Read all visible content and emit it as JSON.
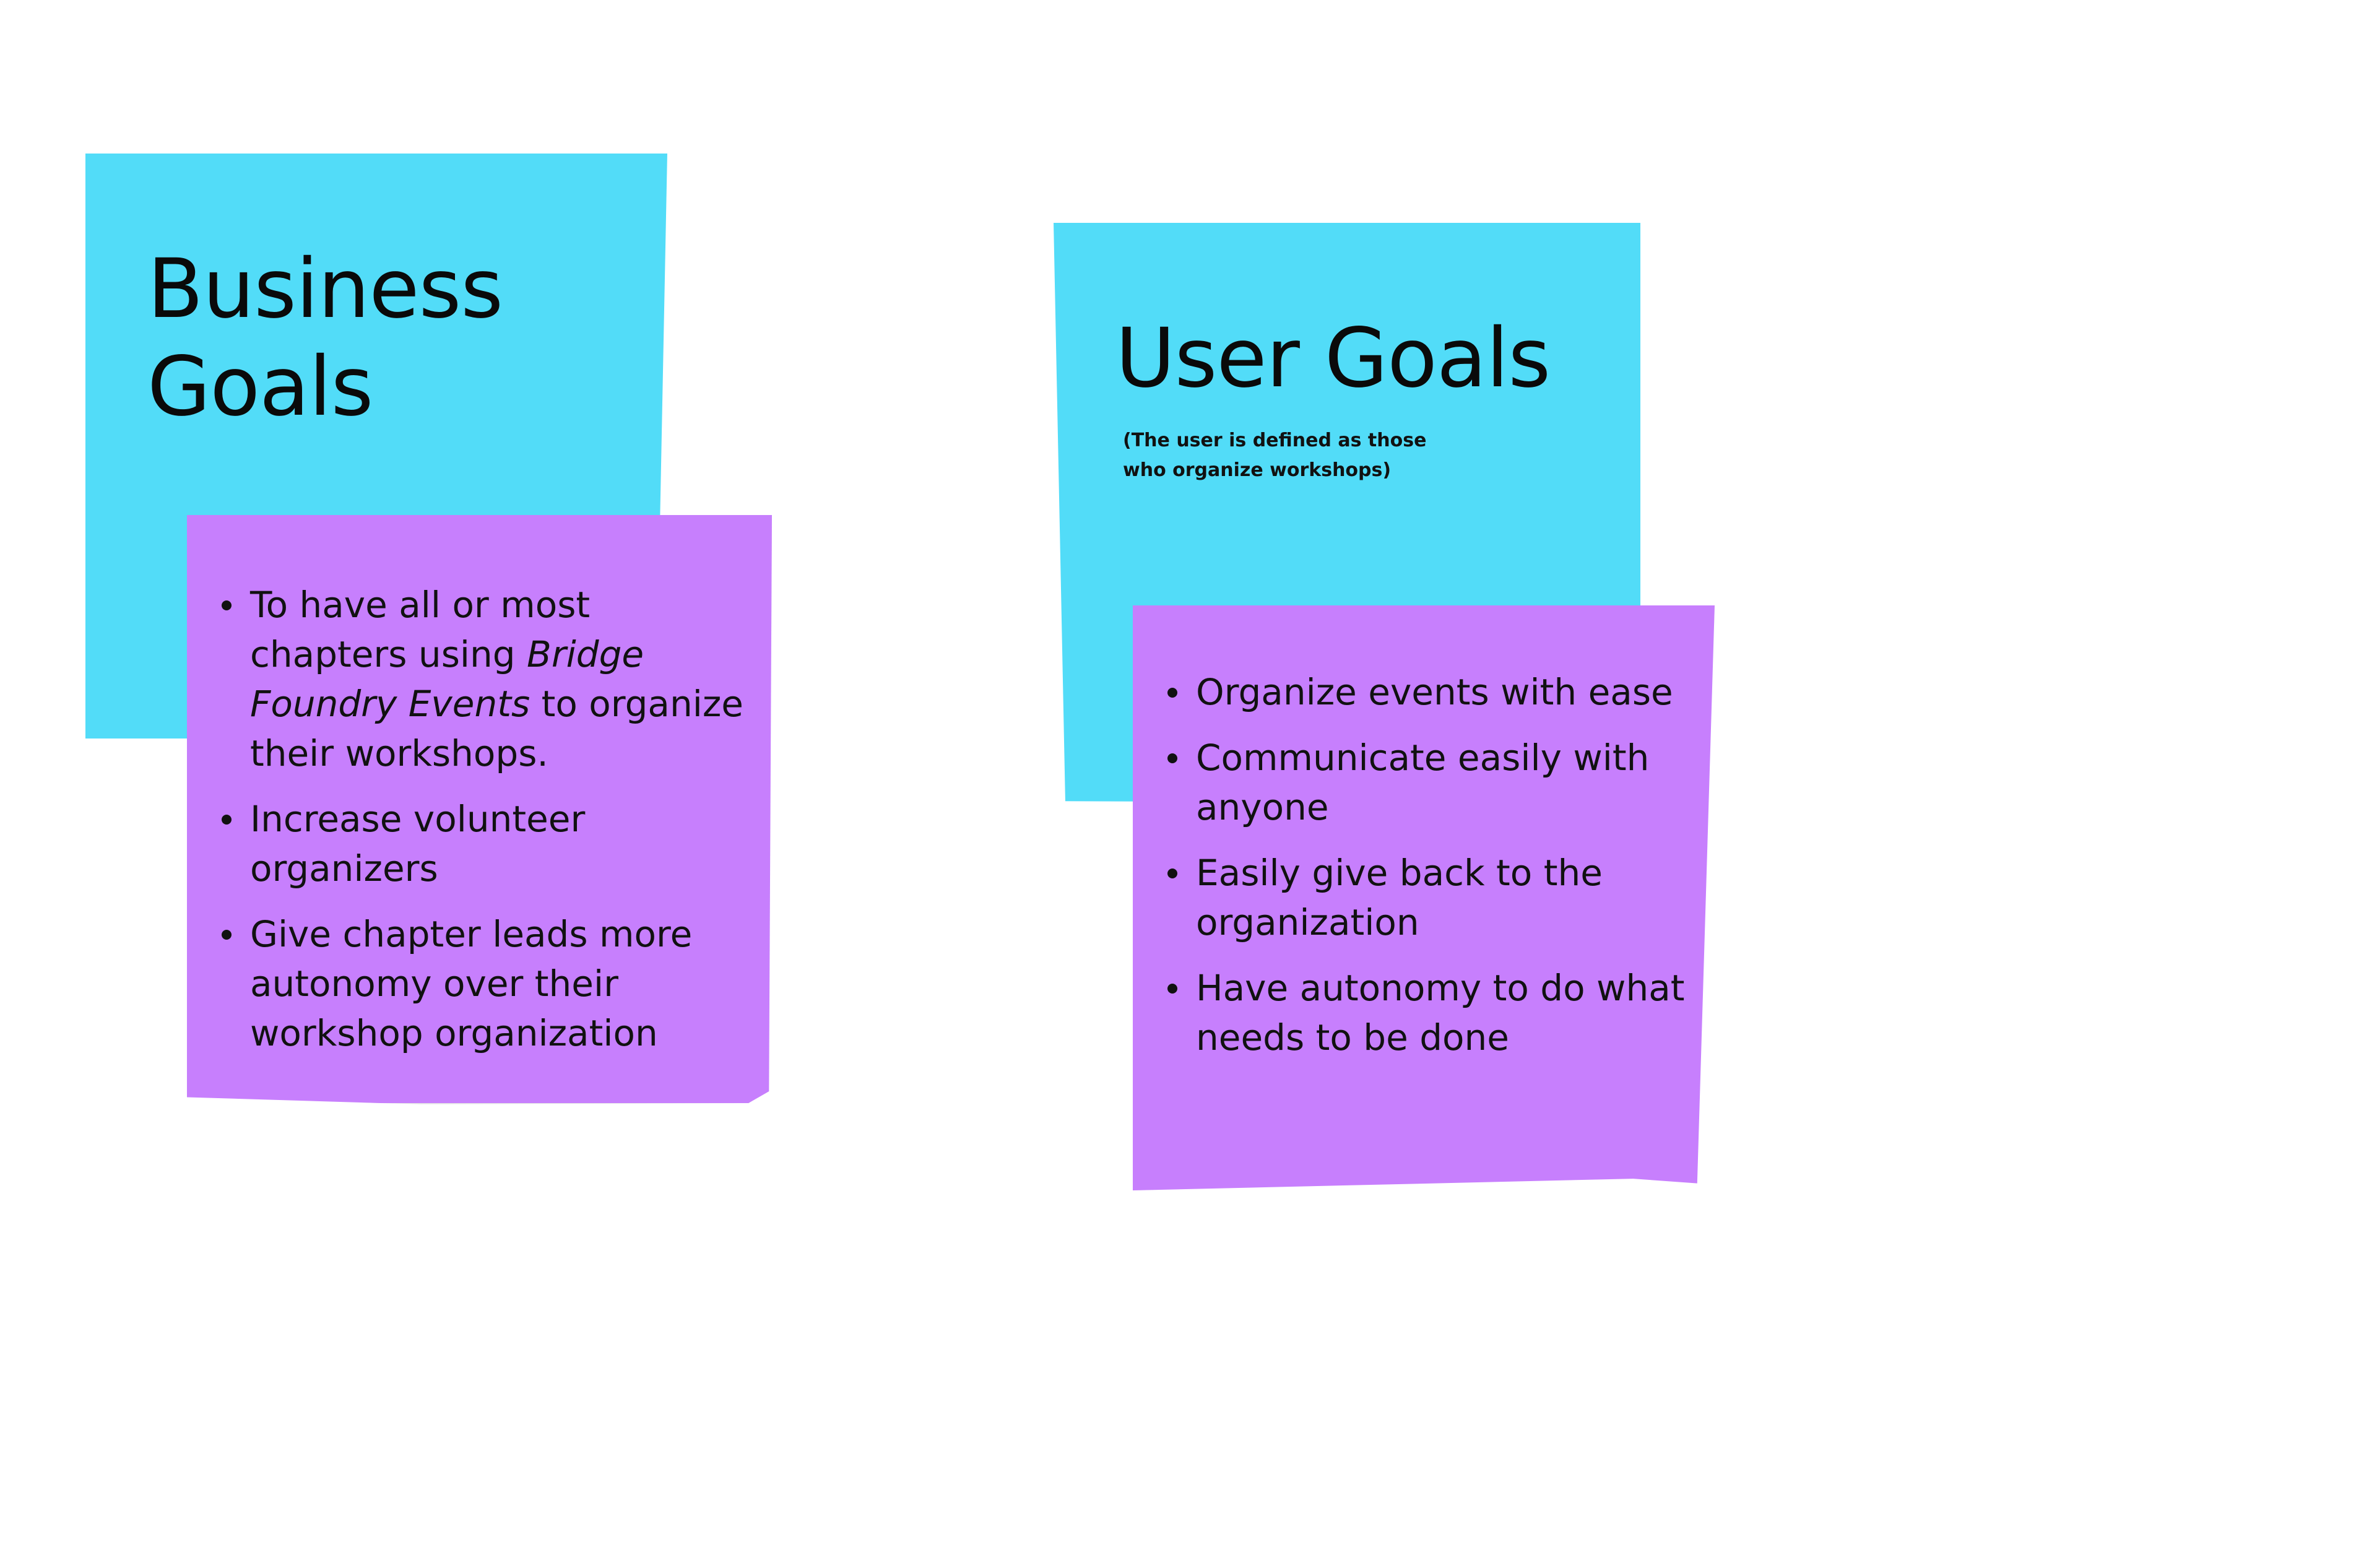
{
  "colors": {
    "cyan_note": "#52dcf8",
    "purple_note": "#c77ffd",
    "background": "#ffffff",
    "text": "#111111"
  },
  "business": {
    "title": "Business Goals",
    "items": [
      {
        "before": "To have all or most chapters using ",
        "italic": "Bridge Foundry Events",
        "after": " to organize their workshops."
      },
      {
        "text": "Increase volunteer organizers"
      },
      {
        "text": "Give chapter leads more autonomy over their workshop organization"
      }
    ]
  },
  "user": {
    "title": "User Goals",
    "subtitle": "(The user is defined as those who organize workshops)",
    "items": [
      {
        "text": "Organize events with ease"
      },
      {
        "text": "Communicate easily with anyone"
      },
      {
        "text": "Easily give back to the organization"
      },
      {
        "text": "Have autonomy to do what needs to be done"
      }
    ]
  }
}
